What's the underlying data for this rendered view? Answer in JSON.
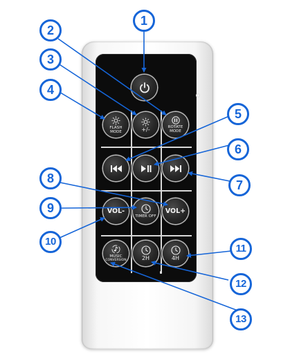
{
  "buttons": {
    "flash_mode": {
      "line1": "FLASH",
      "line2": "MODE"
    },
    "brightness": {
      "label": "+/-"
    },
    "rotate_mode": {
      "line1": "ROTATE",
      "line2": "MODE"
    },
    "volume_down": {
      "label": "VOL-"
    },
    "volume_up": {
      "label": "VOL+"
    },
    "timer_off": {
      "label": "TIMER OFF"
    },
    "music_conversion": {
      "line1": "MUSIC",
      "line2": "CONVERSION"
    },
    "timer_2h": {
      "label": "2H"
    },
    "timer_4h": {
      "label": "4H"
    }
  },
  "callouts": [
    "1",
    "2",
    "3",
    "4",
    "5",
    "6",
    "7",
    "8",
    "9",
    "10",
    "11",
    "12",
    "13"
  ],
  "colors": {
    "callout_blue": "#1565d8",
    "panel": "#0c0c0c",
    "body": "#f7f7f7"
  },
  "icons": [
    "power-icon",
    "sun-icon",
    "pause-icon",
    "previous-icon",
    "play-pause-icon",
    "next-icon",
    "clock-icon",
    "music-note-icon"
  ]
}
